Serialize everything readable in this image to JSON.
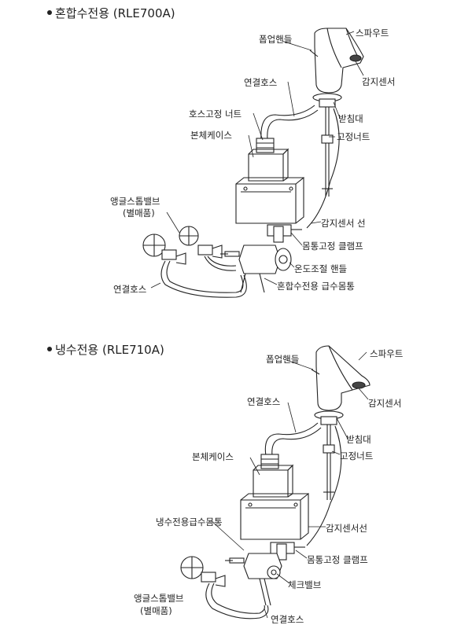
{
  "sections": [
    {
      "title": "혼합수전용 (RLE700A)",
      "labels": {
        "pop_up_handle": "폽업핸들",
        "spout": "스파우트",
        "sensor": "감지센서",
        "connection_hose": "연결호스",
        "base": "받침대",
        "hose_nut": "호스고정 너트",
        "fixing_nut": "고정너트",
        "body_case": "본체케이스",
        "angle_valve": "앵글스톱밸브",
        "sold_separately": "(별매품)",
        "sensor_line": "감지센서 선",
        "body_clamp": "몸통고정 클램프",
        "temp_handle": "온도조절 핸들",
        "connection_hose_2": "연결호스",
        "mixed_body": "혼합수전용 급수몸통"
      }
    },
    {
      "title": "냉수전용 (RLE710A)",
      "labels": {
        "pop_up_handle": "폽업핸들",
        "spout": "스파우트",
        "sensor": "감지센서",
        "connection_hose": "연결호스",
        "base": "받침대",
        "fixing_nut": "고정너트",
        "body_case": "본체케이스",
        "cold_body": "냉수전용급수몸통",
        "sensor_line": "감지센서선",
        "body_clamp": "몸통고정 클램프",
        "check_valve": "체크밸브",
        "angle_valve": "앵글스톱밸브",
        "sold_separately": "(별매품)",
        "connection_hose_2": "연결호스"
      }
    }
  ]
}
